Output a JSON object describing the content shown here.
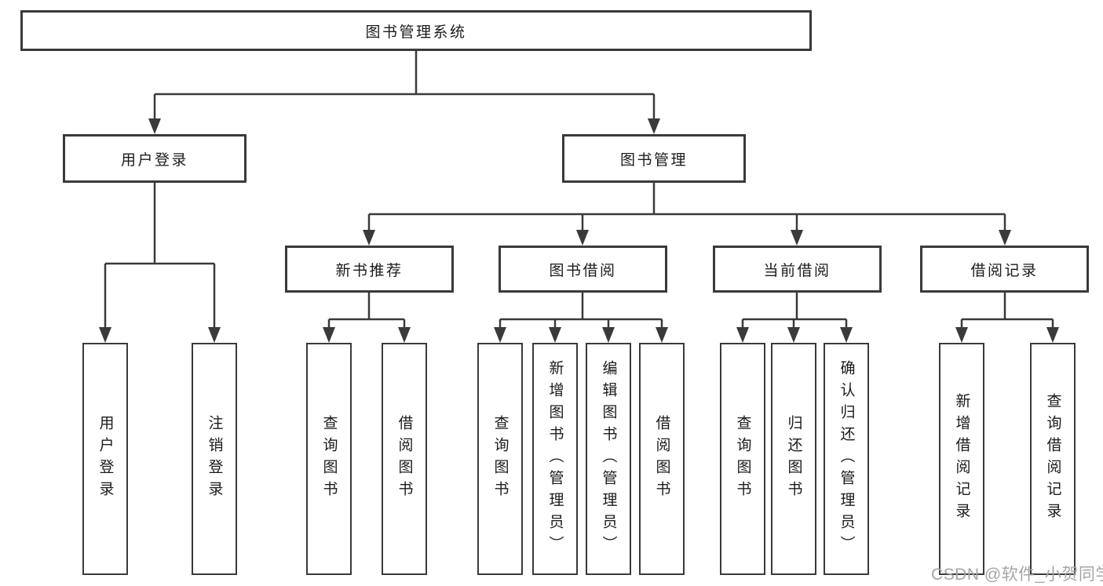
{
  "diagram": {
    "root": {
      "label": "图书管理系统"
    },
    "login_branch": {
      "label": "用户登录",
      "children": [
        "用户登录",
        "注销登录"
      ]
    },
    "mgmt_branch": {
      "label": "图书管理",
      "sections": [
        {
          "label": "新书推荐",
          "children": [
            "查询图书",
            "借阅图书"
          ]
        },
        {
          "label": "图书借阅",
          "children": [
            "查询图书",
            "新增图书（管理员）",
            "编辑图书（管理员）",
            "借阅图书"
          ]
        },
        {
          "label": "当前借阅",
          "children": [
            "查询图书",
            "归还图书",
            "确认归还（管理员）"
          ]
        },
        {
          "label": "借阅记录",
          "children": [
            "新增借阅记录",
            "查询借阅记录"
          ]
        }
      ]
    }
  },
  "watermark": {
    "text": "CSDN @软件_小贺同学"
  },
  "colors": {
    "line": "#3a3a3a",
    "text": "#1b1b1b",
    "background": "#ffffff",
    "watermark": "#a6a6a6"
  }
}
